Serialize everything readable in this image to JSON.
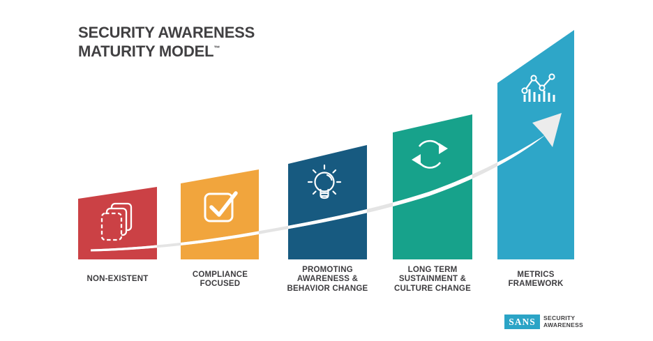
{
  "title": {
    "line1": "SECURITY AWARENESS",
    "line2": "MATURITY MODEL",
    "trademark": "™"
  },
  "stages": [
    {
      "label": "NON-EXISTENT",
      "color": "#cb4145",
      "icon": "stacked-pages-icon"
    },
    {
      "label": "COMPLIANCE\nFOCUSED",
      "color": "#f1a53d",
      "icon": "checkbox-icon"
    },
    {
      "label": "PROMOTING\nAWARENESS &\nBEHAVIOR CHANGE",
      "color": "#175a80",
      "icon": "lightbulb-icon"
    },
    {
      "label": "LONG TERM\nSUSTAINMENT &\nCULTURE CHANGE",
      "color": "#17a28b",
      "icon": "cycle-arrows-icon"
    },
    {
      "label": "METRICS\nFRAMEWORK",
      "color": "#2ea6c8",
      "icon": "metrics-chart-icon"
    }
  ],
  "arrow": {
    "shaft_color_on_background": "#e4e4e4",
    "shaft_color_on_bars": "#ffffff",
    "head_color": "#ececec"
  },
  "logo": {
    "brand": "SANS",
    "lines": "SECURITY\nAWARENESS",
    "box_color": "#2ba4c6",
    "text_color": "#414042"
  },
  "background_color": "#ffffff"
}
